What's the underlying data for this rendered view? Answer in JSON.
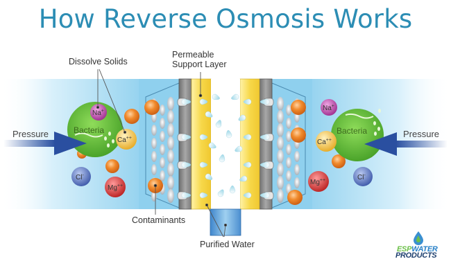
{
  "title": "How Reverse Osmosis Works",
  "labels": {
    "dissolve_solids": "Dissolve Solids",
    "permeable_line1": "Permeable",
    "permeable_line2": "Support Layer",
    "contaminants": "Contaminants",
    "purified_water": "Purified Water",
    "pressure_left": "Pressure",
    "pressure_right": "Pressure"
  },
  "particles": {
    "bacteria": "Bacteria",
    "sodium": "Na",
    "sodium_charge": "+",
    "calcium": "Ca",
    "calcium_charge": "++",
    "magnesium": "Mg",
    "magnesium_charge": "++",
    "chloride": "Cl",
    "chloride_charge": "-"
  },
  "logo": {
    "brand_esp": "ESP",
    "brand_water": "WATER",
    "brand_products": "PRODUCTS"
  },
  "colors": {
    "title": "#2c8db4",
    "water": "#8fd0ee",
    "bacteria": "#5cb93a",
    "sodium": "#b84aa8",
    "calcium": "#f3c24a",
    "magnesium": "#d83a3a",
    "chloride": "#4f6fb5",
    "contaminant": "#ec7b22",
    "pressure_arrow": "#2a4fa0",
    "support_layer": "#f5d54a",
    "membrane": "#9a9a9a"
  }
}
